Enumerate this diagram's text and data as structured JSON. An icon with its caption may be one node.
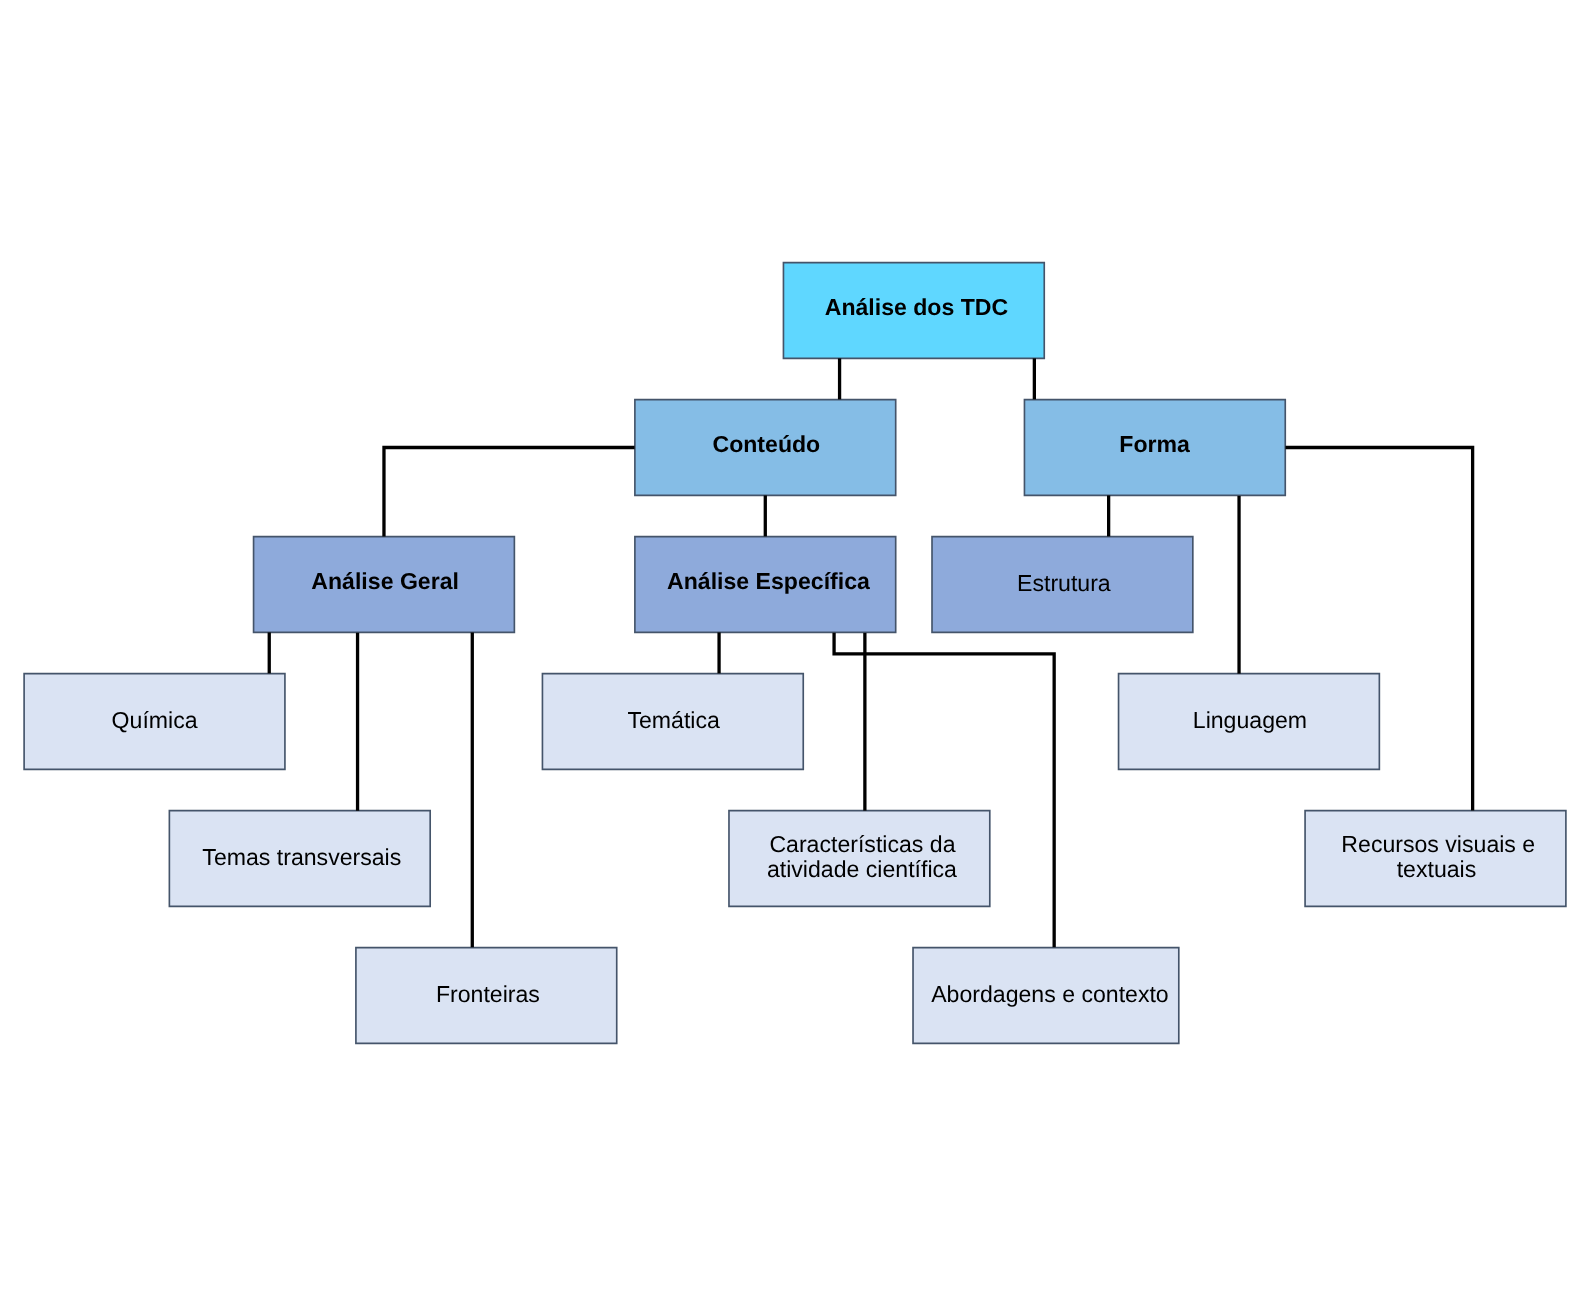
{
  "diagram": {
    "nodes": [
      {
        "text": [
          "Análise dos TDC"
        ]
      },
      {
        "text": [
          "Conteúdo"
        ]
      },
      {
        "text": [
          "Forma"
        ]
      },
      {
        "text": [
          "Análise Geral"
        ]
      },
      {
        "text": [
          "Análise Específica"
        ]
      },
      {
        "text": [
          "Estrutura"
        ]
      },
      {
        "text": [
          "Química"
        ]
      },
      {
        "text": [
          "Temas transversais"
        ]
      },
      {
        "text": [
          "Fronteiras"
        ]
      },
      {
        "text": [
          "Temática"
        ]
      },
      {
        "text": [
          "Características da atividade científica"
        ]
      },
      {
        "text": [
          "Abordagens e contexto"
        ]
      },
      {
        "text": [
          "Linguagem"
        ]
      },
      {
        "text": [
          "Recursos visuais e textuais"
        ]
      }
    ],
    "edges": [
      {
        "from": 0,
        "to": 1,
        "arrow": "none"
      },
      {
        "from": 0,
        "to": 2,
        "arrow": "none"
      },
      {
        "from": 1,
        "to": 3,
        "arrow": "none"
      },
      {
        "from": 1,
        "to": 4,
        "arrow": "none"
      },
      {
        "from": 3,
        "to": 6,
        "arrow": "none"
      },
      {
        "from": 3,
        "to": 7,
        "arrow": "none"
      },
      {
        "from": 3,
        "to": 8,
        "arrow": "none"
      },
      {
        "from": 4,
        "to": 9,
        "arrow": "none"
      },
      {
        "from": 4,
        "to": 10,
        "arrow": "none"
      },
      {
        "from": 4,
        "to": 11,
        "arrow": "none"
      },
      {
        "from": 2,
        "to": 5,
        "arrow": "none"
      },
      {
        "from": 2,
        "to": 12,
        "arrow": "none"
      },
      {
        "from": 2,
        "to": 13,
        "arrow": "none"
      }
    ]
  }
}
